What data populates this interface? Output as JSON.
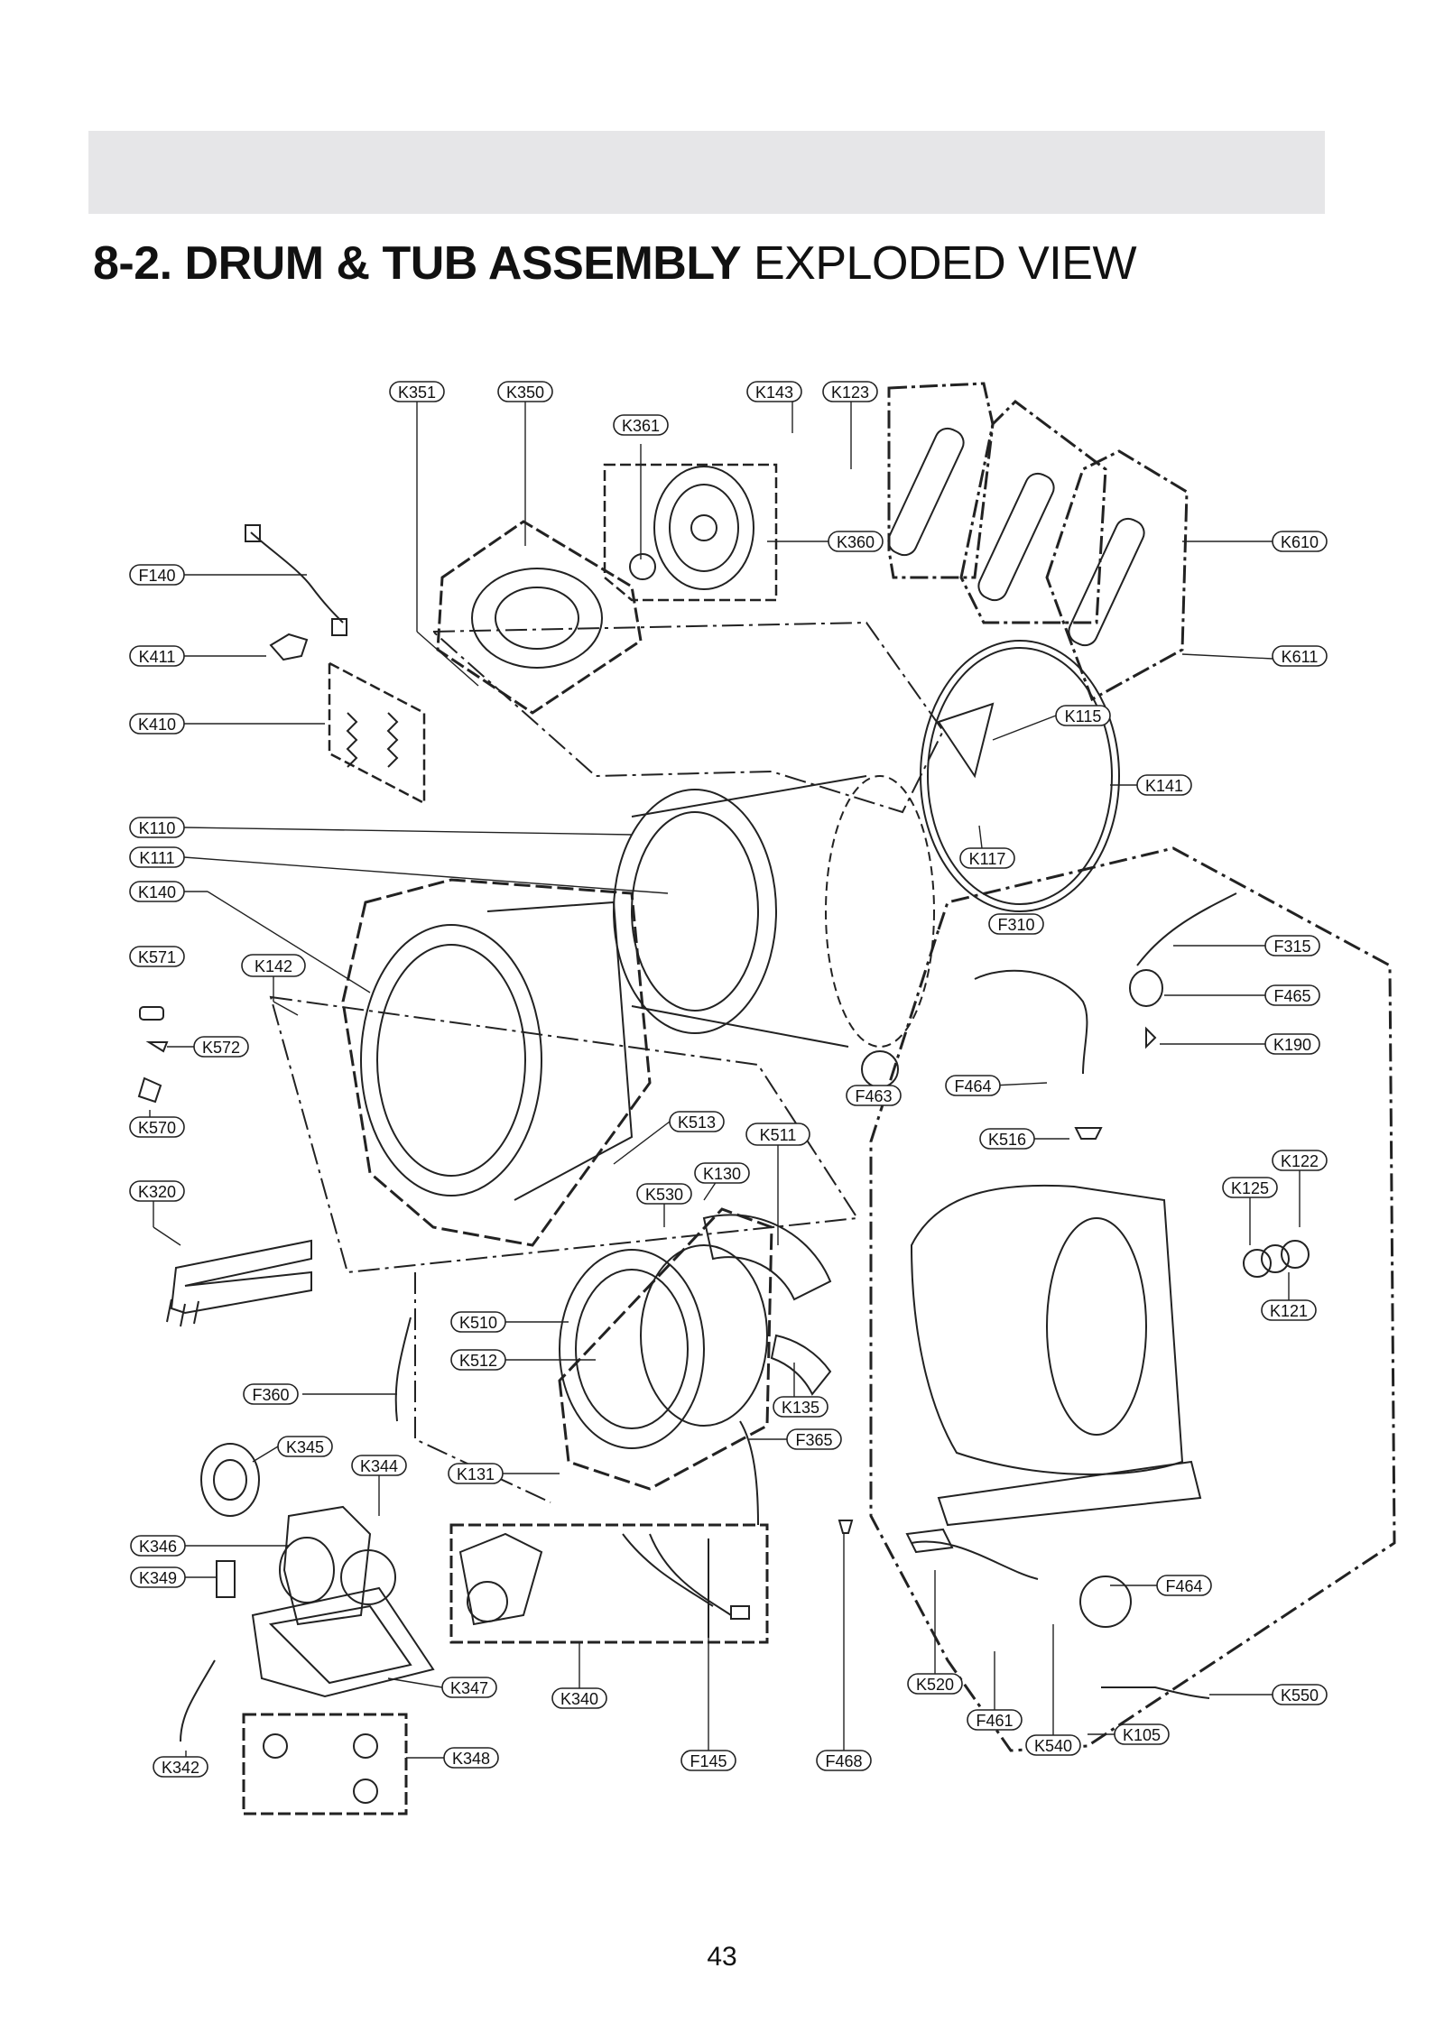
{
  "page": {
    "title_bold": "8-2. DRUM & TUB ASSEMBLY",
    "title_light": "EXPLODED VIEW",
    "page_number": "43"
  },
  "labels": {
    "K351": "K351",
    "K350": "K350",
    "K143": "K143",
    "K123": "K123",
    "K361": "K361",
    "K360": "K360",
    "K610": "K610",
    "K611": "K611",
    "F140": "F140",
    "K411": "K411",
    "K410": "K410",
    "K115": "K115",
    "K141": "K141",
    "K110": "K110",
    "K111": "K111",
    "K117": "K117",
    "K140": "K140",
    "F310": "F310",
    "F315": "F315",
    "K571": "K571",
    "K142": "K142",
    "F465": "F465",
    "K572": "K572",
    "K190": "K190",
    "F463": "F463",
    "F464a": "F464",
    "K570": "K570",
    "K513": "K513",
    "K511": "K511",
    "K516": "K516",
    "K130": "K130",
    "K122": "K122",
    "K320": "K320",
    "K530": "K530",
    "K125": "K125",
    "K121": "K121",
    "K510": "K510",
    "K512": "K512",
    "F360": "F360",
    "K135": "K135",
    "F365": "F365",
    "K345": "K345",
    "K344": "K344",
    "K131": "K131",
    "K346": "K346",
    "K349": "K349",
    "F464b": "F464",
    "K347": "K347",
    "K340": "K340",
    "K520": "K520",
    "K550": "K550",
    "F461": "F461",
    "K105": "K105",
    "K342": "K342",
    "K348": "K348",
    "F145": "F145",
    "F468": "F468",
    "K540": "K540"
  }
}
